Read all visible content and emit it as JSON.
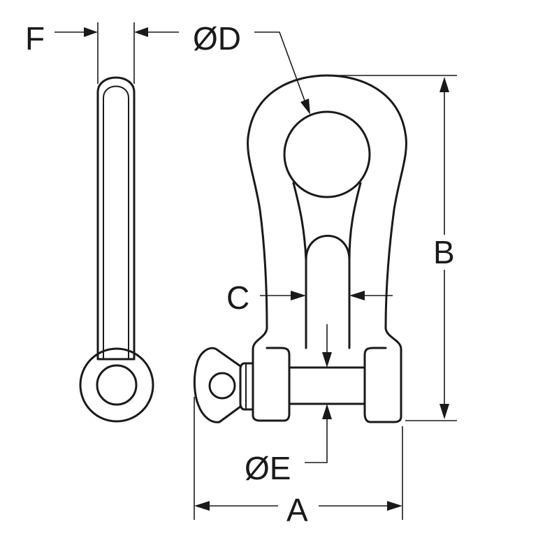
{
  "labels": {
    "f": "F",
    "d": "ØD",
    "b": "B",
    "c": "C",
    "e": "ØE",
    "a": "A"
  }
}
